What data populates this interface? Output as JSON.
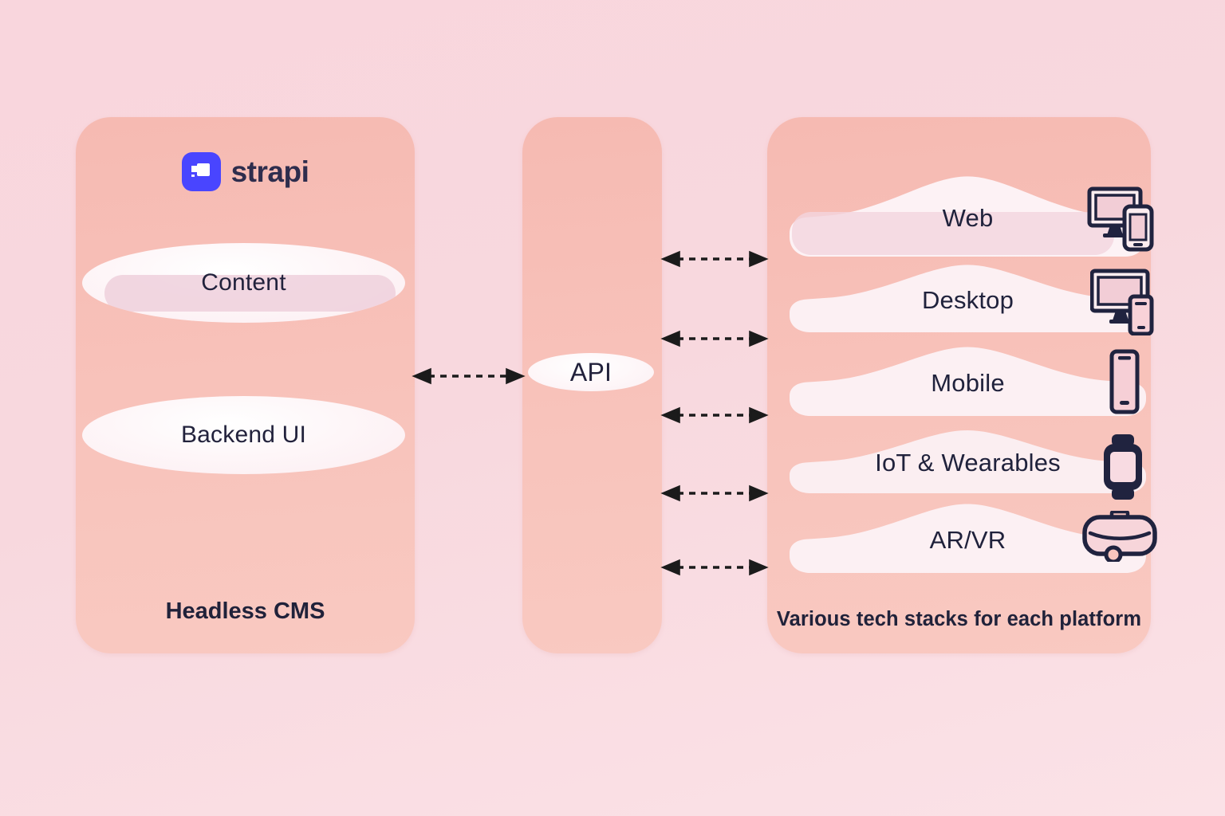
{
  "left_panel": {
    "brand": "strapi",
    "logo_icon": "strapi-logo-icon",
    "nodes": [
      {
        "label": "Content"
      },
      {
        "label": "Backend UI"
      }
    ],
    "caption": "Headless CMS"
  },
  "middle_panel": {
    "api_label": "API"
  },
  "right_panel": {
    "platforms": [
      {
        "label": "Web",
        "icon": "monitor-tablet-icon"
      },
      {
        "label": "Desktop",
        "icon": "monitor-phone-icon"
      },
      {
        "label": "Mobile",
        "icon": "smartphone-icon"
      },
      {
        "label": "IoT & Wearables",
        "icon": "smartwatch-icon"
      },
      {
        "label": "AR/VR",
        "icon": "vr-headset-icon"
      }
    ],
    "caption": "Various tech stacks for each platform"
  },
  "colors": {
    "strapi_blue": "#4945FF",
    "panel_salmon": "#F8C3BB",
    "background_pink": "#F9D8DE",
    "node_white": "#FDF3F6",
    "text_dark": "#22223C",
    "arrow_black": "#1B1B1B"
  }
}
